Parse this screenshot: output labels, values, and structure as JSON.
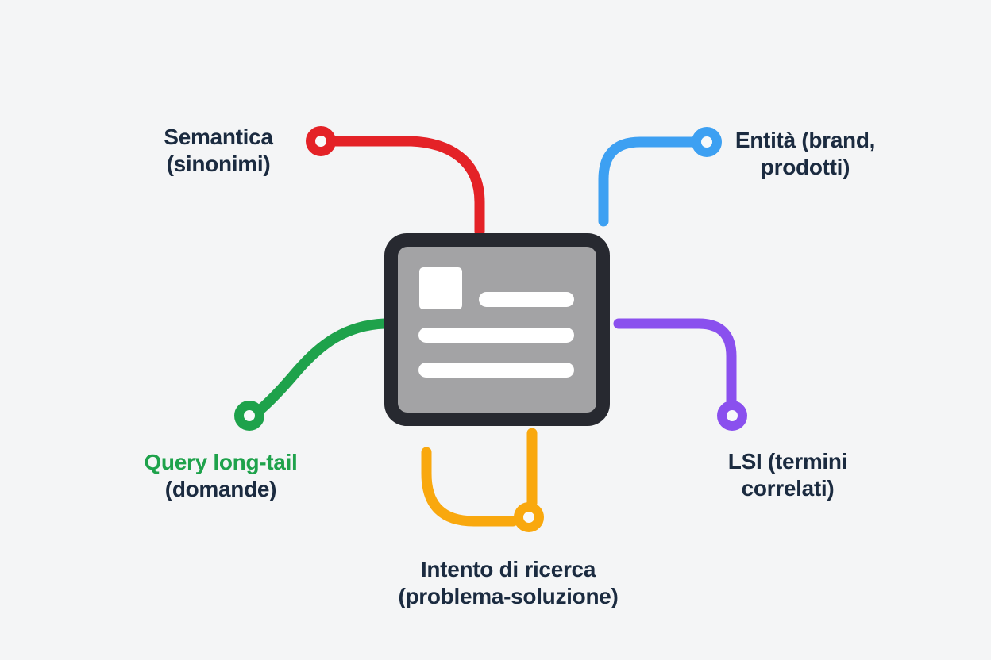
{
  "colors": {
    "background": "#f4f5f6",
    "navy": "#1b2b40",
    "red": "#e42227",
    "blue": "#3da0f2",
    "green": "#1ea24b",
    "yellow": "#f9a80e",
    "purple": "#8a50ee",
    "icon_border": "#272930",
    "icon_fill": "#a3a3a5",
    "icon_content": "#ffffff",
    "node_fill": "#f8f9fa"
  },
  "diagram": {
    "center_icon": "webpage-document-icon",
    "labels": {
      "semantica": {
        "line1": "Semantica",
        "line2": "(sinonimi)"
      },
      "entita": {
        "line1": "Entità (brand,",
        "line2": "prodotti)"
      },
      "query": {
        "line1": "Query long-tail",
        "line2": "(domande)"
      },
      "lsi": {
        "line1": "LSI (termini",
        "line2": "correlati)"
      },
      "intento": {
        "line1": "Intento di ricerca",
        "line2": "(problema-soluzione)"
      }
    }
  }
}
